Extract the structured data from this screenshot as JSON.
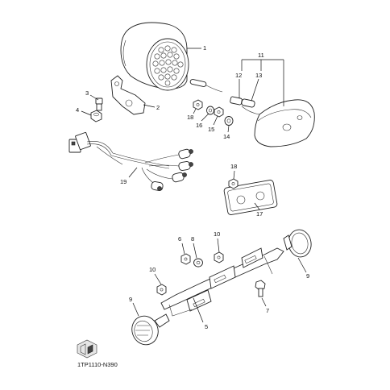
{
  "diagram": {
    "callouts": {
      "c1": "1",
      "c2": "2",
      "c3": "3",
      "c4": "4",
      "c5": "5",
      "c6": "6",
      "c7": "7",
      "c8": "8",
      "c9a": "9",
      "c9b": "9",
      "c10a": "10",
      "c10b": "10",
      "c11": "11",
      "c12": "12",
      "c13": "13",
      "c14": "14",
      "c15": "15",
      "c16": "16",
      "c17": "17",
      "c18a": "18",
      "c18b": "18",
      "c19": "19"
    },
    "figure_code": "1TP1110-N390",
    "icon": "front-arrow-icon"
  }
}
